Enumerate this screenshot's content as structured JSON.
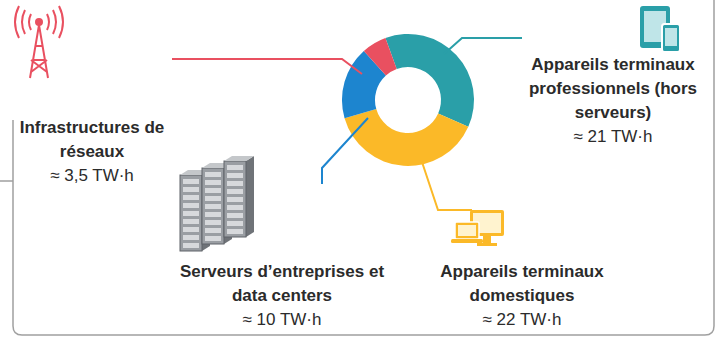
{
  "diagram": {
    "labels": [
      "Infrastructures de réseaux",
      "≈ 3,5 TW·h",
      "Appareils terminaux professionnels (hors serveurs)",
      "≈ 21 TW·h",
      "Serveurs d’entreprises et data centers",
      "≈ 10 TW·h",
      "Appareils terminaux domestiques",
      "≈ 22 TW·h"
    ]
  }
}
